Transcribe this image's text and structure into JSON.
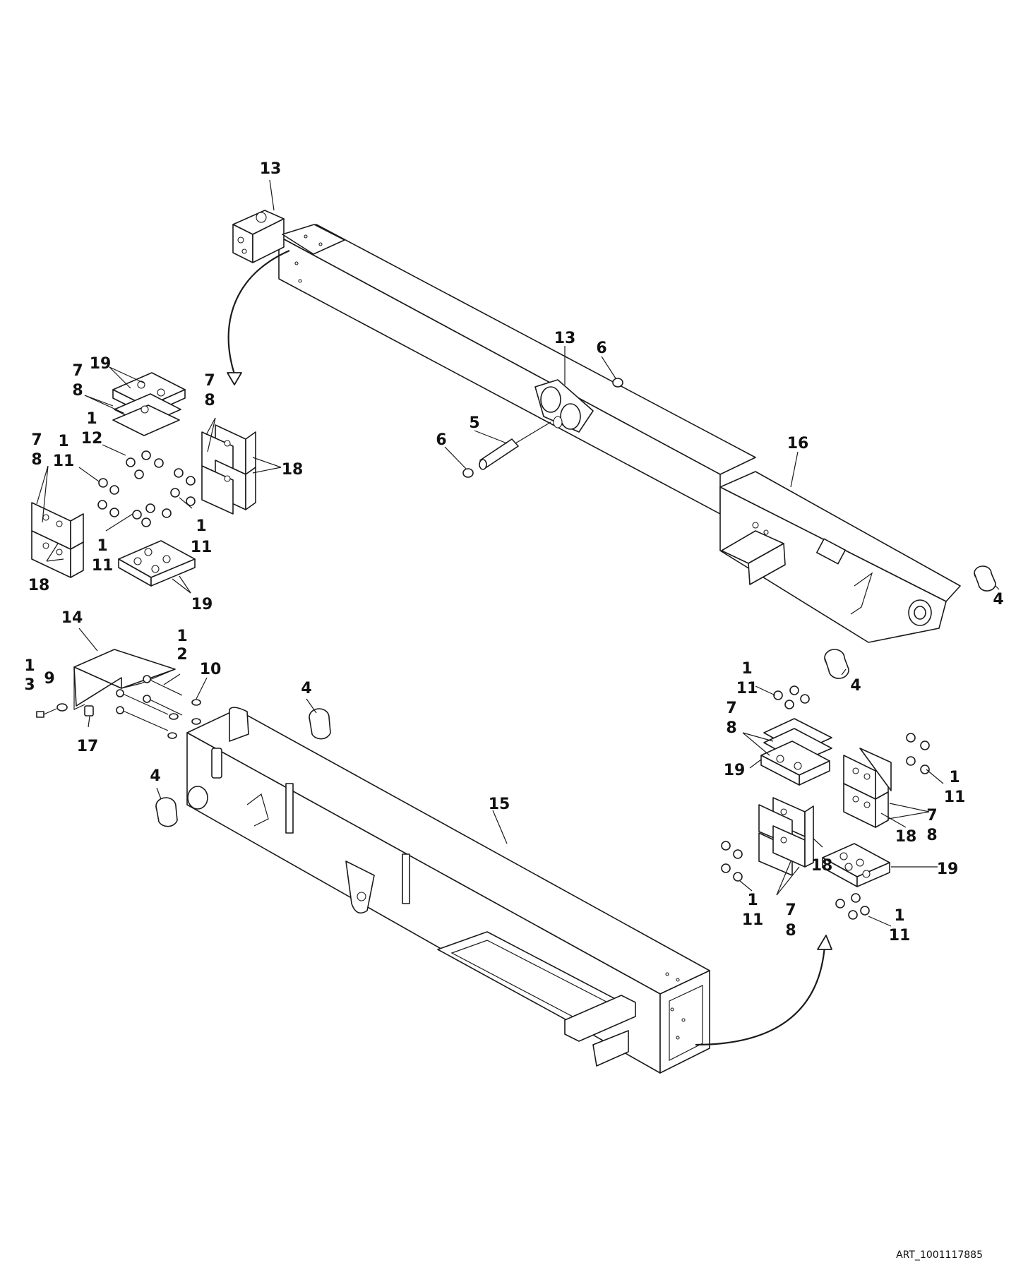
{
  "art_code": "ART_1001117885",
  "callouts": {
    "c13a": "13",
    "c13b": "13",
    "c6a": "6",
    "c6b": "6",
    "c5": "5",
    "c16": "16",
    "c4a": "4",
    "c4b": "4",
    "c4c": "4",
    "c4d": "4",
    "c14": "14",
    "c15": "15",
    "c17": "17",
    "c9": "9",
    "c10": "10",
    "c1x": "1",
    "c2": "2",
    "c1y": "1",
    "c3": "3",
    "ul7a": "7",
    "ul19a": "19",
    "ul8a": "8",
    "ul1a": "1",
    "ul12": "12",
    "ul7b": "7",
    "ul8b": "8",
    "ul18a": "18",
    "ul7c": "7",
    "ul8c": "8",
    "ul1b": "1",
    "ul11b": "11",
    "ul1c": "1",
    "ul11c": "11",
    "ul1d": "1",
    "ul11d": "11",
    "ul18b": "18",
    "ul19b": "19",
    "lr1a": "1",
    "lr11a": "11",
    "lr7a": "7",
    "lr8a": "8",
    "lr19a": "19",
    "lr1b": "1",
    "lr11b": "11",
    "lr18a": "18",
    "lr7b": "7",
    "lr8b": "8",
    "lr19b": "19",
    "lr18b": "18",
    "lr1c": "1",
    "lr11c": "11",
    "lr7c": "7",
    "lr8c": "8",
    "lr1d": "1",
    "lr11d": "11"
  }
}
